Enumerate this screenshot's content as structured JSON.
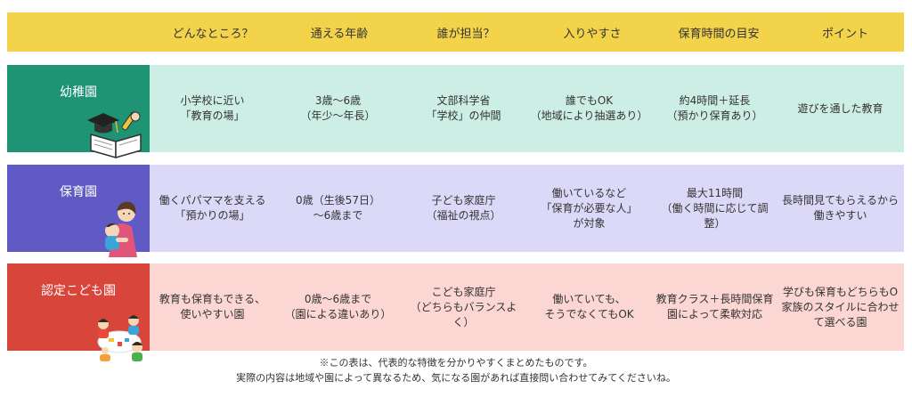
{
  "header": {
    "columns": [
      "どんなところ？",
      "通える年齢",
      "誰が担当？",
      "入りやすさ",
      "保育時間の目安",
      "ポイント"
    ]
  },
  "rows": [
    {
      "label": "幼稚園",
      "cells": [
        "小学校に近い\n「教育の場」",
        "3歳〜6歳\n（年少〜年長）",
        "文部科学省\n「学校」の仲間",
        "誰でもOK\n（地域により抽選あり）",
        "約4時間＋延長\n（預かり保育あり）",
        "遊びを通した教育"
      ]
    },
    {
      "label": "保育園",
      "cells": [
        "働くパパママを支える\n「預かりの場」",
        "0歳（生後57日）\n〜6歳まで",
        "子ども家庭庁\n（福祉の視点）",
        "働いているなど\n「保育が必要な人」\nが対象",
        "最大11時間\n（働く時間に応じて調\n整）",
        "長時間見てもらえるから\n働きやすい"
      ]
    },
    {
      "label": "認定こども園",
      "cells": [
        "教育も保育もできる、\n使いやすい園",
        "0歳〜6歳まで\n（園による違いあり）",
        "こども家庭庁\n（どちらもバランスよ\nく）",
        "働いていても、\nそうでなくてもOK",
        "教育クラス＋長時間保育\n園によって柔軟対応",
        "学びも保育もどちらもO\n家族のスタイルに合わせ\nて選べる園"
      ]
    }
  ],
  "note": {
    "line1": "※この表は、代表的な特徴を分かりやすくまとめたものです。",
    "line2": "実際の内容は地域や園によって異なるため、気になる園があれば直接問い合わせてみてくださいね。"
  },
  "icons": {
    "row1": "graduation-book-icon",
    "row2": "mother-child-icon",
    "row3": "children-playing-icon"
  },
  "colors": {
    "header": "#f2d34a",
    "kindergarten": "#1e9475",
    "nursery": "#5f5ac4",
    "certified": "#d8453b"
  }
}
